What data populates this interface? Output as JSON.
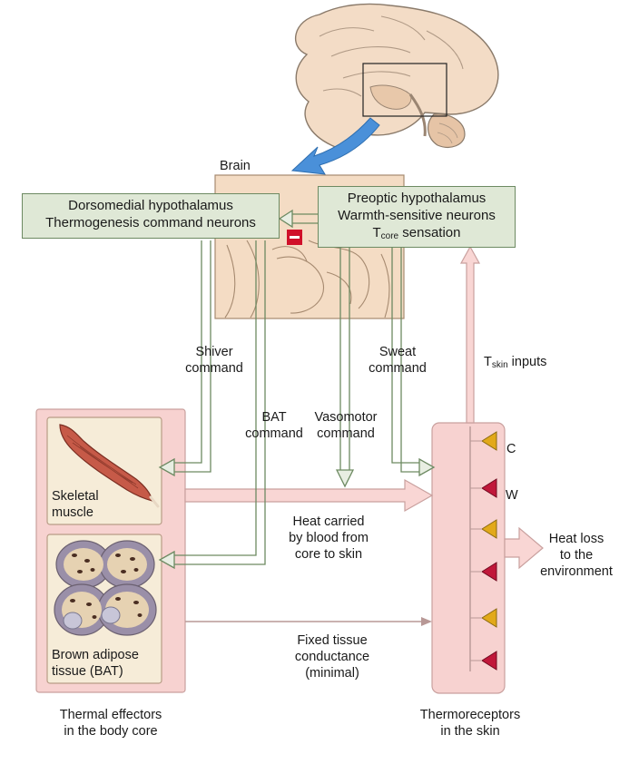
{
  "labels": {
    "brain": "Brain",
    "dmh_line1": "Dorsomedial hypothalamus",
    "dmh_line2": "Thermogenesis command neurons",
    "poa_line1": "Preoptic hypothalamus",
    "poa_line2": "Warmth-sensitive neurons",
    "poa_t": "T",
    "poa_t_sub": "core",
    "poa_t_rest": " sensation",
    "shiver_1": "Shiver",
    "shiver_2": "command",
    "bat_cmd_1": "BAT",
    "bat_cmd_2": "command",
    "vaso_1": "Vasomotor",
    "vaso_2": "command",
    "sweat_1": "Sweat",
    "sweat_2": "command",
    "tskin_t": "T",
    "tskin_sub": "skin",
    "tskin_rest": " inputs",
    "skeletal_1": "Skeletal",
    "skeletal_2": "muscle",
    "bat_tissue_1": "Brown adipose",
    "bat_tissue_2": "tissue (BAT)",
    "heat_blood_1": "Heat carried",
    "heat_blood_2": "by blood from",
    "heat_blood_3": "core to skin",
    "fixed_1": "Fixed tissue",
    "fixed_2": "conductance",
    "fixed_3": "(minimal)",
    "c": "C",
    "w": "W",
    "heatloss_1": "Heat loss",
    "heatloss_2": "to the",
    "heatloss_3": "environment",
    "effectors_1": "Thermal effectors",
    "effectors_2": "in the body core",
    "thermo_1": "Thermoreceptors",
    "thermo_2": "in the skin"
  },
  "colors": {
    "green_box": "#dfe8d6",
    "green_border": "#6d8a62",
    "pink_panel": "#f7d2d0",
    "pink_arrow": "#f9d6d4",
    "brain_tan": "#f4dcc4",
    "blue_arrow": "#4a90d9",
    "cold_receptor": "#e2a91a",
    "warm_receptor": "#c0183a",
    "inhibit_red": "#d0102a"
  }
}
